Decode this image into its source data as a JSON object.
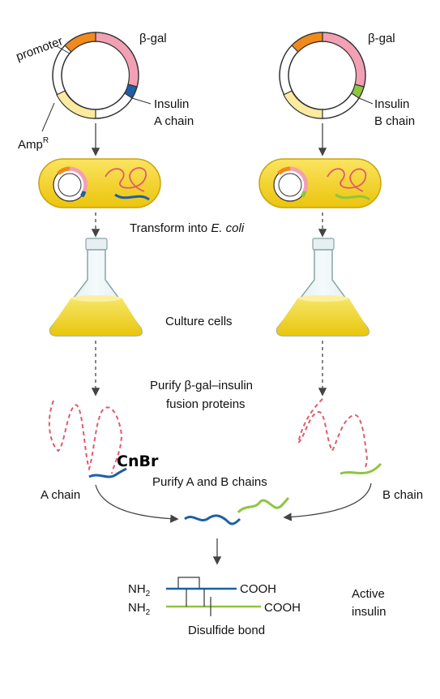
{
  "labels": {
    "promoter": "promoter",
    "beta_gal_left": "β-gal",
    "beta_gal_right": "β-gal",
    "insulin_a_line1": "Insulin",
    "insulin_a_line2": "A chain",
    "insulin_b_line1": "Insulin",
    "insulin_b_line2": "B chain",
    "amp": "Amp",
    "amp_sup": "R",
    "transform": "Transform into ",
    "transform_italic": "E. coli",
    "culture": "Culture cells",
    "purify_fusion_line1": "Purify β-gal–insulin",
    "purify_fusion_line2": "fusion proteins",
    "cnbr": "CnBr",
    "a_chain": "A chain",
    "purify_ab": "Purify A and B chains",
    "b_chain": "B chain",
    "nh_top": "NH",
    "nh_top_sub": "2",
    "cooh_top": "COOH",
    "nh_bottom": "NH",
    "nh_bottom_sub": "2",
    "cooh_bottom": "COOH",
    "disulfide": "Disulfide bond",
    "active_line1": "Active",
    "active_line2": "insulin"
  },
  "colors": {
    "beta_gal": "#f2a0b4",
    "promoter": "#f08a1c",
    "insulin_a": "#1f5fa6",
    "insulin_b": "#8dc63f",
    "amp": "#fbeaa0",
    "cell_fill": "#f7d417",
    "culture_fill": "#f2d21a",
    "fusion_dashed": "#e05a6e",
    "arrow": "#444444"
  }
}
